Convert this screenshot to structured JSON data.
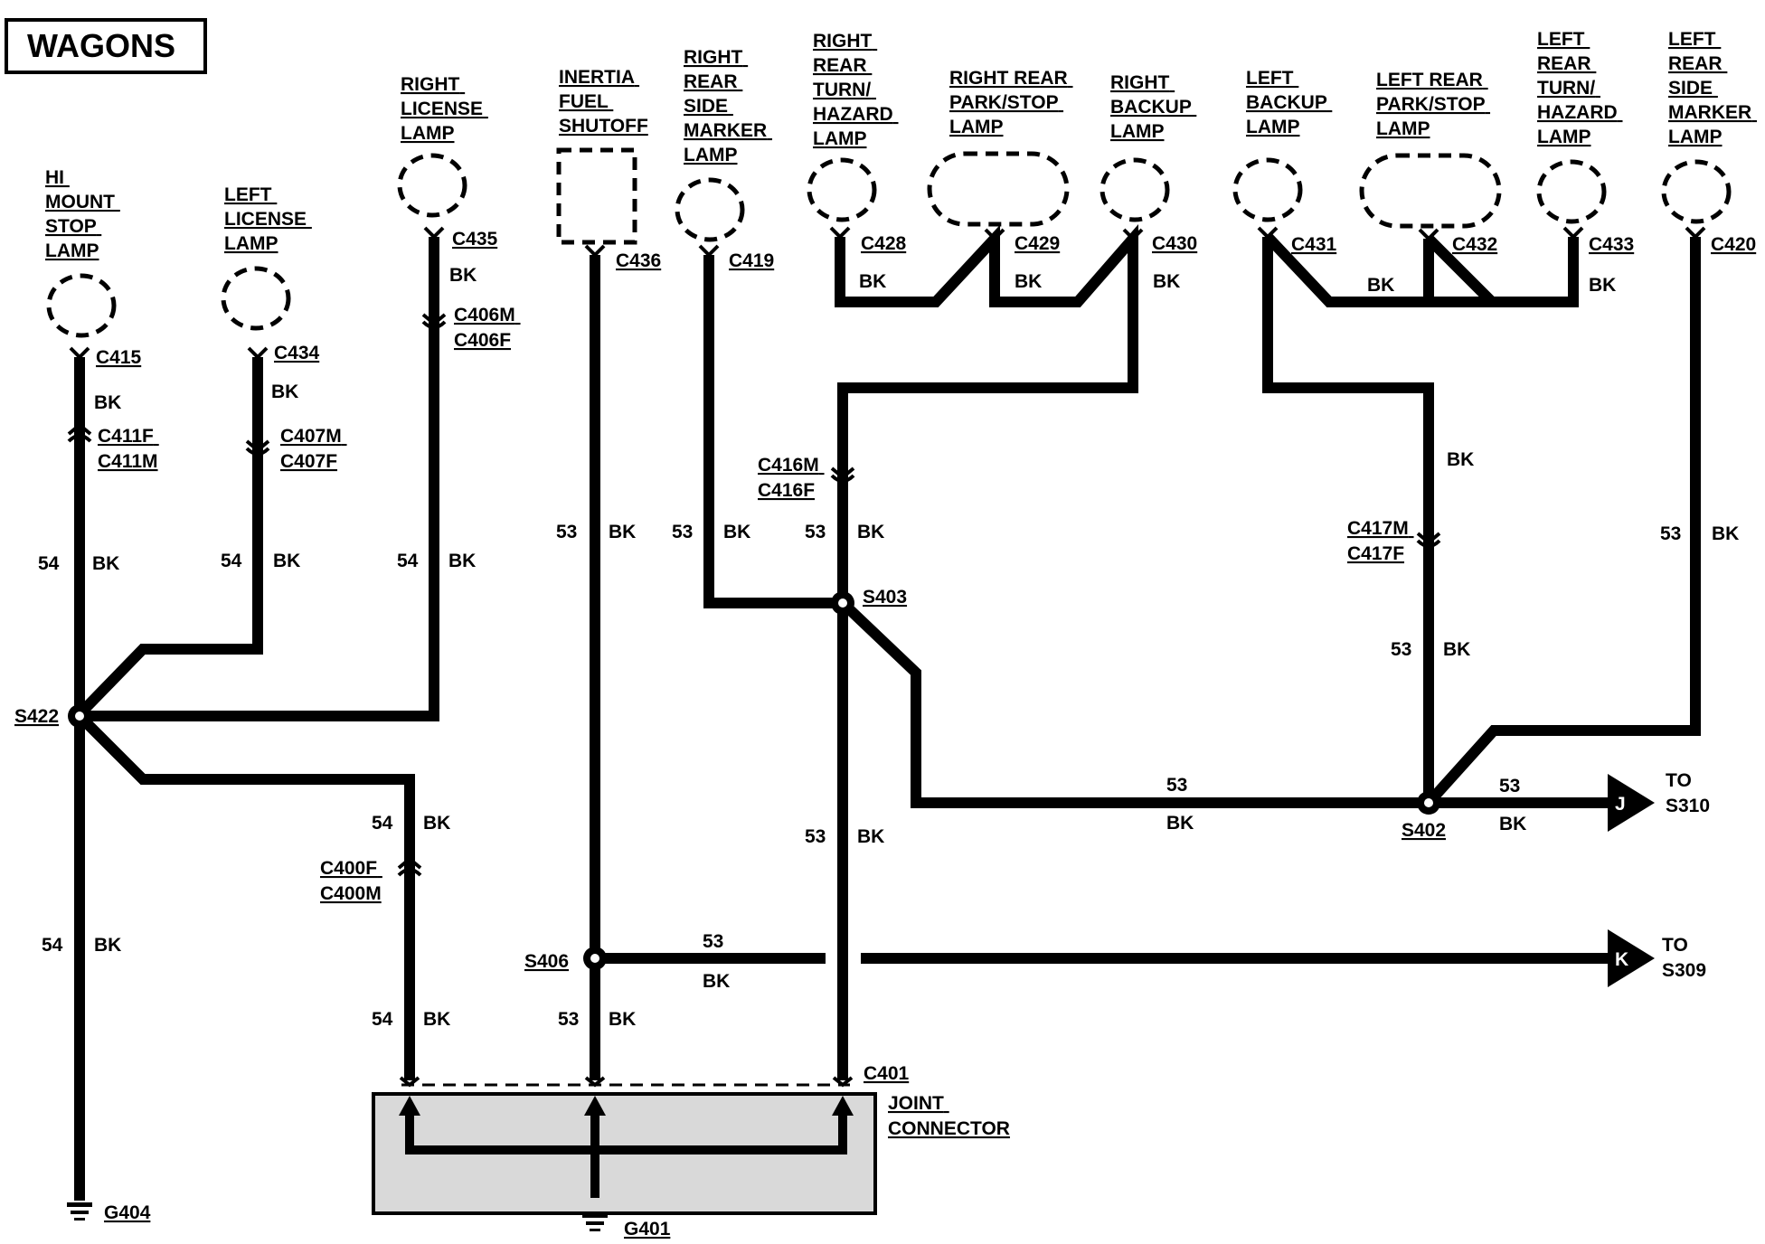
{
  "title": "WAGONS",
  "colors": {
    "wire": "#000000",
    "lamp_fill": "#d9d9d9",
    "background": "#ffffff"
  },
  "components": {
    "hi_mount_stop_lamp": [
      "HI",
      "MOUNT",
      "STOP",
      "LAMP"
    ],
    "left_license_lamp": [
      "LEFT",
      "LICENSE",
      "LAMP"
    ],
    "right_license_lamp": [
      "RIGHT",
      "LICENSE",
      "LAMP"
    ],
    "inertia_fuel_shutoff": [
      "INERTIA",
      "FUEL",
      "SHUTOFF"
    ],
    "right_rear_side_marker_lamp": [
      "RIGHT",
      "REAR",
      "SIDE",
      "MARKER",
      "LAMP"
    ],
    "right_rear_turn_hazard_lamp": [
      "RIGHT",
      "REAR",
      "TURN/",
      "HAZARD",
      "LAMP"
    ],
    "right_rear_park_stop_lamp": [
      "RIGHT REAR",
      "PARK/STOP",
      "LAMP"
    ],
    "right_backup_lamp": [
      "RIGHT",
      "BACKUP",
      "LAMP"
    ],
    "left_backup_lamp": [
      "LEFT",
      "BACKUP",
      "LAMP"
    ],
    "left_rear_park_stop_lamp": [
      "LEFT REAR",
      "PARK/STOP",
      "LAMP"
    ],
    "left_rear_turn_hazard_lamp": [
      "LEFT",
      "REAR",
      "TURN/",
      "HAZARD",
      "LAMP"
    ],
    "left_rear_side_marker_lamp": [
      "LEFT",
      "REAR",
      "SIDE",
      "MARKER",
      "LAMP"
    ],
    "joint_connector": [
      "JOINT",
      "CONNECTOR"
    ]
  },
  "connectors": {
    "c415": "C415",
    "c434": "C434",
    "c435": "C435",
    "c436": "C436",
    "c419": "C419",
    "c428": "C428",
    "c429": "C429",
    "c430": "C430",
    "c431": "C431",
    "c432": "C432",
    "c433": "C433",
    "c420": "C420",
    "c401": "C401",
    "c411": [
      "C411F",
      "C411M"
    ],
    "c407": [
      "C407M",
      "C407F"
    ],
    "c406": [
      "C406M",
      "C406F"
    ],
    "c416": [
      "C416M",
      "C416F"
    ],
    "c417": [
      "C417M",
      "C417F"
    ],
    "c400": [
      "C400F",
      "C400M"
    ]
  },
  "splices": {
    "s422": "S422",
    "s403": "S403",
    "s402": "S402",
    "s406": "S406"
  },
  "grounds": {
    "g404": "G404",
    "g401": "G401"
  },
  "wires": {
    "color_bk": "BK",
    "circuit_54": "54",
    "circuit_53": "53"
  },
  "destinations": {
    "j": {
      "letter": "J",
      "to": "TO",
      "target": "S310"
    },
    "k": {
      "letter": "K",
      "to": "TO",
      "target": "S309"
    }
  }
}
